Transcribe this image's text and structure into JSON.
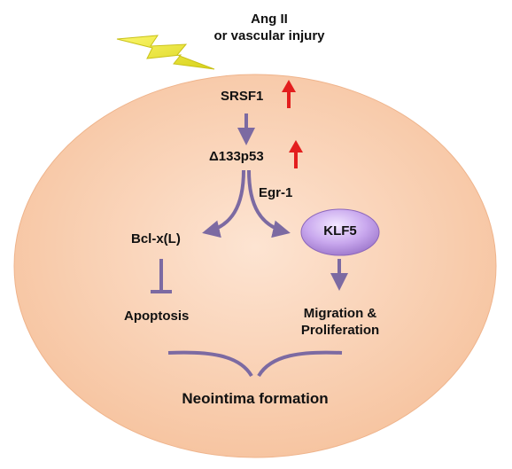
{
  "stimulus": {
    "line1": "Ang II",
    "line2": "or vascular injury"
  },
  "nodes": {
    "srsf1": "SRSF1",
    "delta_symbol": "Δ",
    "p53_isoform": "133p53",
    "egr1": "Egr-1",
    "bclxl": "Bcl-x(L)",
    "klf5": "KLF5",
    "apoptosis": "Apoptosis",
    "migration_line1": "Migration &",
    "migration_line2": "Proliferation",
    "outcome": "Neointima formation"
  },
  "colors": {
    "cell_fill": "#f8c8a6",
    "arrow": "#7c6aa2",
    "up_arrow": "#e31e1e",
    "lightning": "#f3ef2a",
    "klf5_fill": "#c9a8ee"
  }
}
